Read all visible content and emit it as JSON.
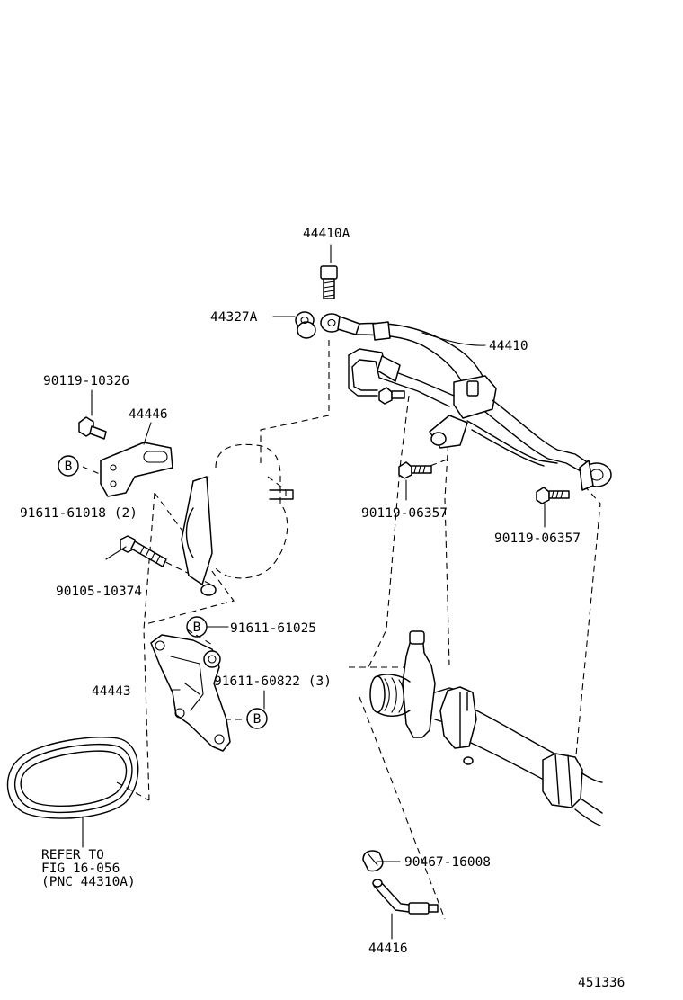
{
  "callouts": {
    "hose_bolt": "44410A",
    "gasket": "44327A",
    "pressure_hose": "44410",
    "bracket_bolt": "90119-10326",
    "pump_bracket": "44446",
    "bolt_b_upper": "91611-61018 (2)",
    "pump_bolt": "90105-10374",
    "hose_clamp_bolt_left": "90119-06357",
    "hose_clamp_bolt_right": "90119-06357",
    "bolt_b_single": "91611-61025",
    "bolt_b_triple": "91611-60822 (3)",
    "pump_mount_bracket": "44443",
    "clip": "90467-16008",
    "return_hose": "44416"
  },
  "reference_markers": {
    "b_upper": "B",
    "b_middle": "B",
    "b_lower": "B"
  },
  "belt_note": {
    "line1": "REFER TO",
    "line2": "FIG 16-056",
    "line3": "(PNC 44310A)"
  },
  "illustration_number": "451336"
}
